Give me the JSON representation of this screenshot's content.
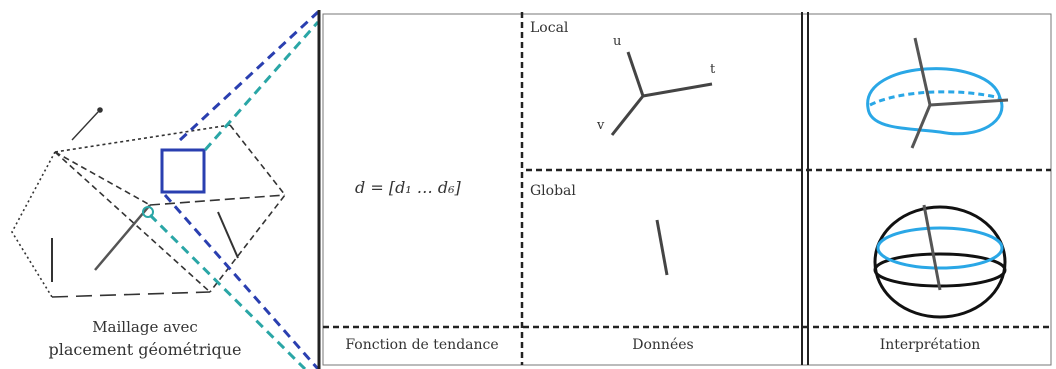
{
  "left_panel": {
    "caption_line1": "Maillage avec",
    "caption_line2": "placement géométrique"
  },
  "columns": {
    "col1_footer": "Fonction de tendance",
    "col2_footer": "Données",
    "col3_footer": "Interprétation"
  },
  "formula": "d = [d₁   …   d₆]",
  "local": {
    "label": "Local",
    "axis_u": "u",
    "axis_v": "v",
    "axis_w": "t"
  },
  "global": {
    "label": "Global"
  },
  "colors": {
    "blue_dash": "#2a3fb0",
    "teal_dash": "#2aa6a6",
    "ellipsoid_blue": "#2aa7e6",
    "selection_box": "#2a3fb0"
  }
}
